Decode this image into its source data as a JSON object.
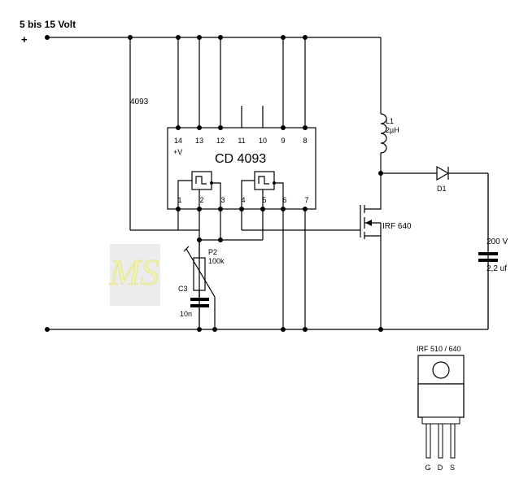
{
  "supply": {
    "voltage_label": "5 bis 15 Volt",
    "plus_label": "+"
  },
  "ic": {
    "ref": "4093",
    "name": "CD 4093",
    "vplus": "+V",
    "pins_top": [
      "14",
      "13",
      "12",
      "11",
      "10",
      "9",
      "8"
    ],
    "pins_bottom": [
      "1",
      "2",
      "3",
      "4",
      "5",
      "6",
      "7"
    ]
  },
  "inductor": {
    "ref": "L1",
    "value": "2µH"
  },
  "diode": {
    "ref": "D1"
  },
  "mosfet": {
    "ref": "IRF 640"
  },
  "capacitor_out": {
    "voltage": "200 V",
    "value": "2,2 uf"
  },
  "pot": {
    "ref": "P2",
    "value": "100k"
  },
  "cap_timing": {
    "ref": "C3",
    "value": "10n"
  },
  "package": {
    "title": "IRF 510 / 640",
    "pins": [
      "G",
      "D",
      "S"
    ]
  },
  "logo": {
    "text": "MS"
  }
}
